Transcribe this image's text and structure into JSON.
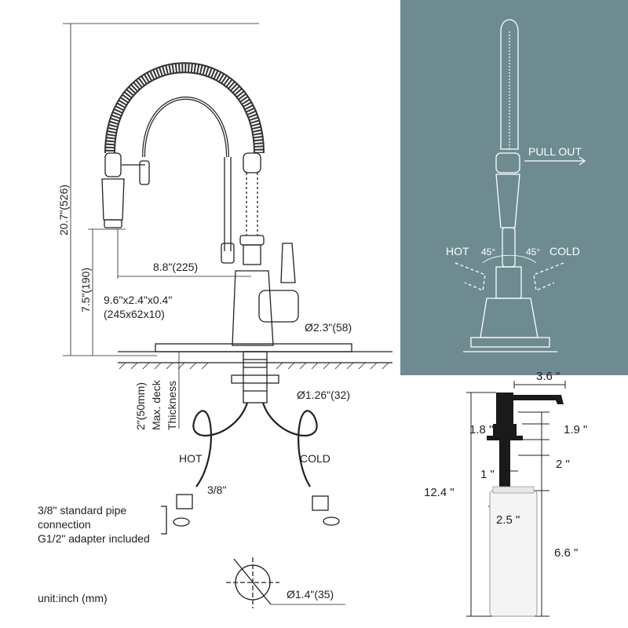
{
  "faucet": {
    "height": "20.7\"(526)",
    "spout_height": "7.5\"(190)",
    "reach": "8.8\"(225)",
    "deck_plate": "9.6\"x2.4\"x0.4\"",
    "deck_plate_mm": "(245x62x10)",
    "base_diameter": "Ø2.3\"(58)",
    "deck_thickness": "2\"(50mm)",
    "deck_thickness_label_1": "Max. deck",
    "deck_thickness_label_2": "Thickness",
    "shank_diameter": "Ø1.26\"(32)",
    "hot": "HOT",
    "cold": "COLD",
    "hose_size": "3/8\"",
    "pipe_note_1": "3/8\" standard pipe",
    "pipe_note_2": "connection",
    "pipe_note_3": "G1/2\" adapter included",
    "hole_diameter": "Ø1.4\"(35)",
    "unit": "unit:inch (mm)"
  },
  "handle_panel": {
    "pull_out": "PULL OUT",
    "hot": "HOT",
    "cold": "COLD",
    "hot_angle": "45°",
    "cold_angle": "45°",
    "bg_color": "#6d8b91"
  },
  "dispenser": {
    "spout_length": "3.6 \"",
    "height_total": "12.4 \"",
    "cap_height": "1.8 \"",
    "neck_height": "1.9 \"",
    "thread_height": "2 \"",
    "tube_dia": "1 \"",
    "bottle_dia": "2.5 \"",
    "bottle_height": "6.6 \""
  }
}
